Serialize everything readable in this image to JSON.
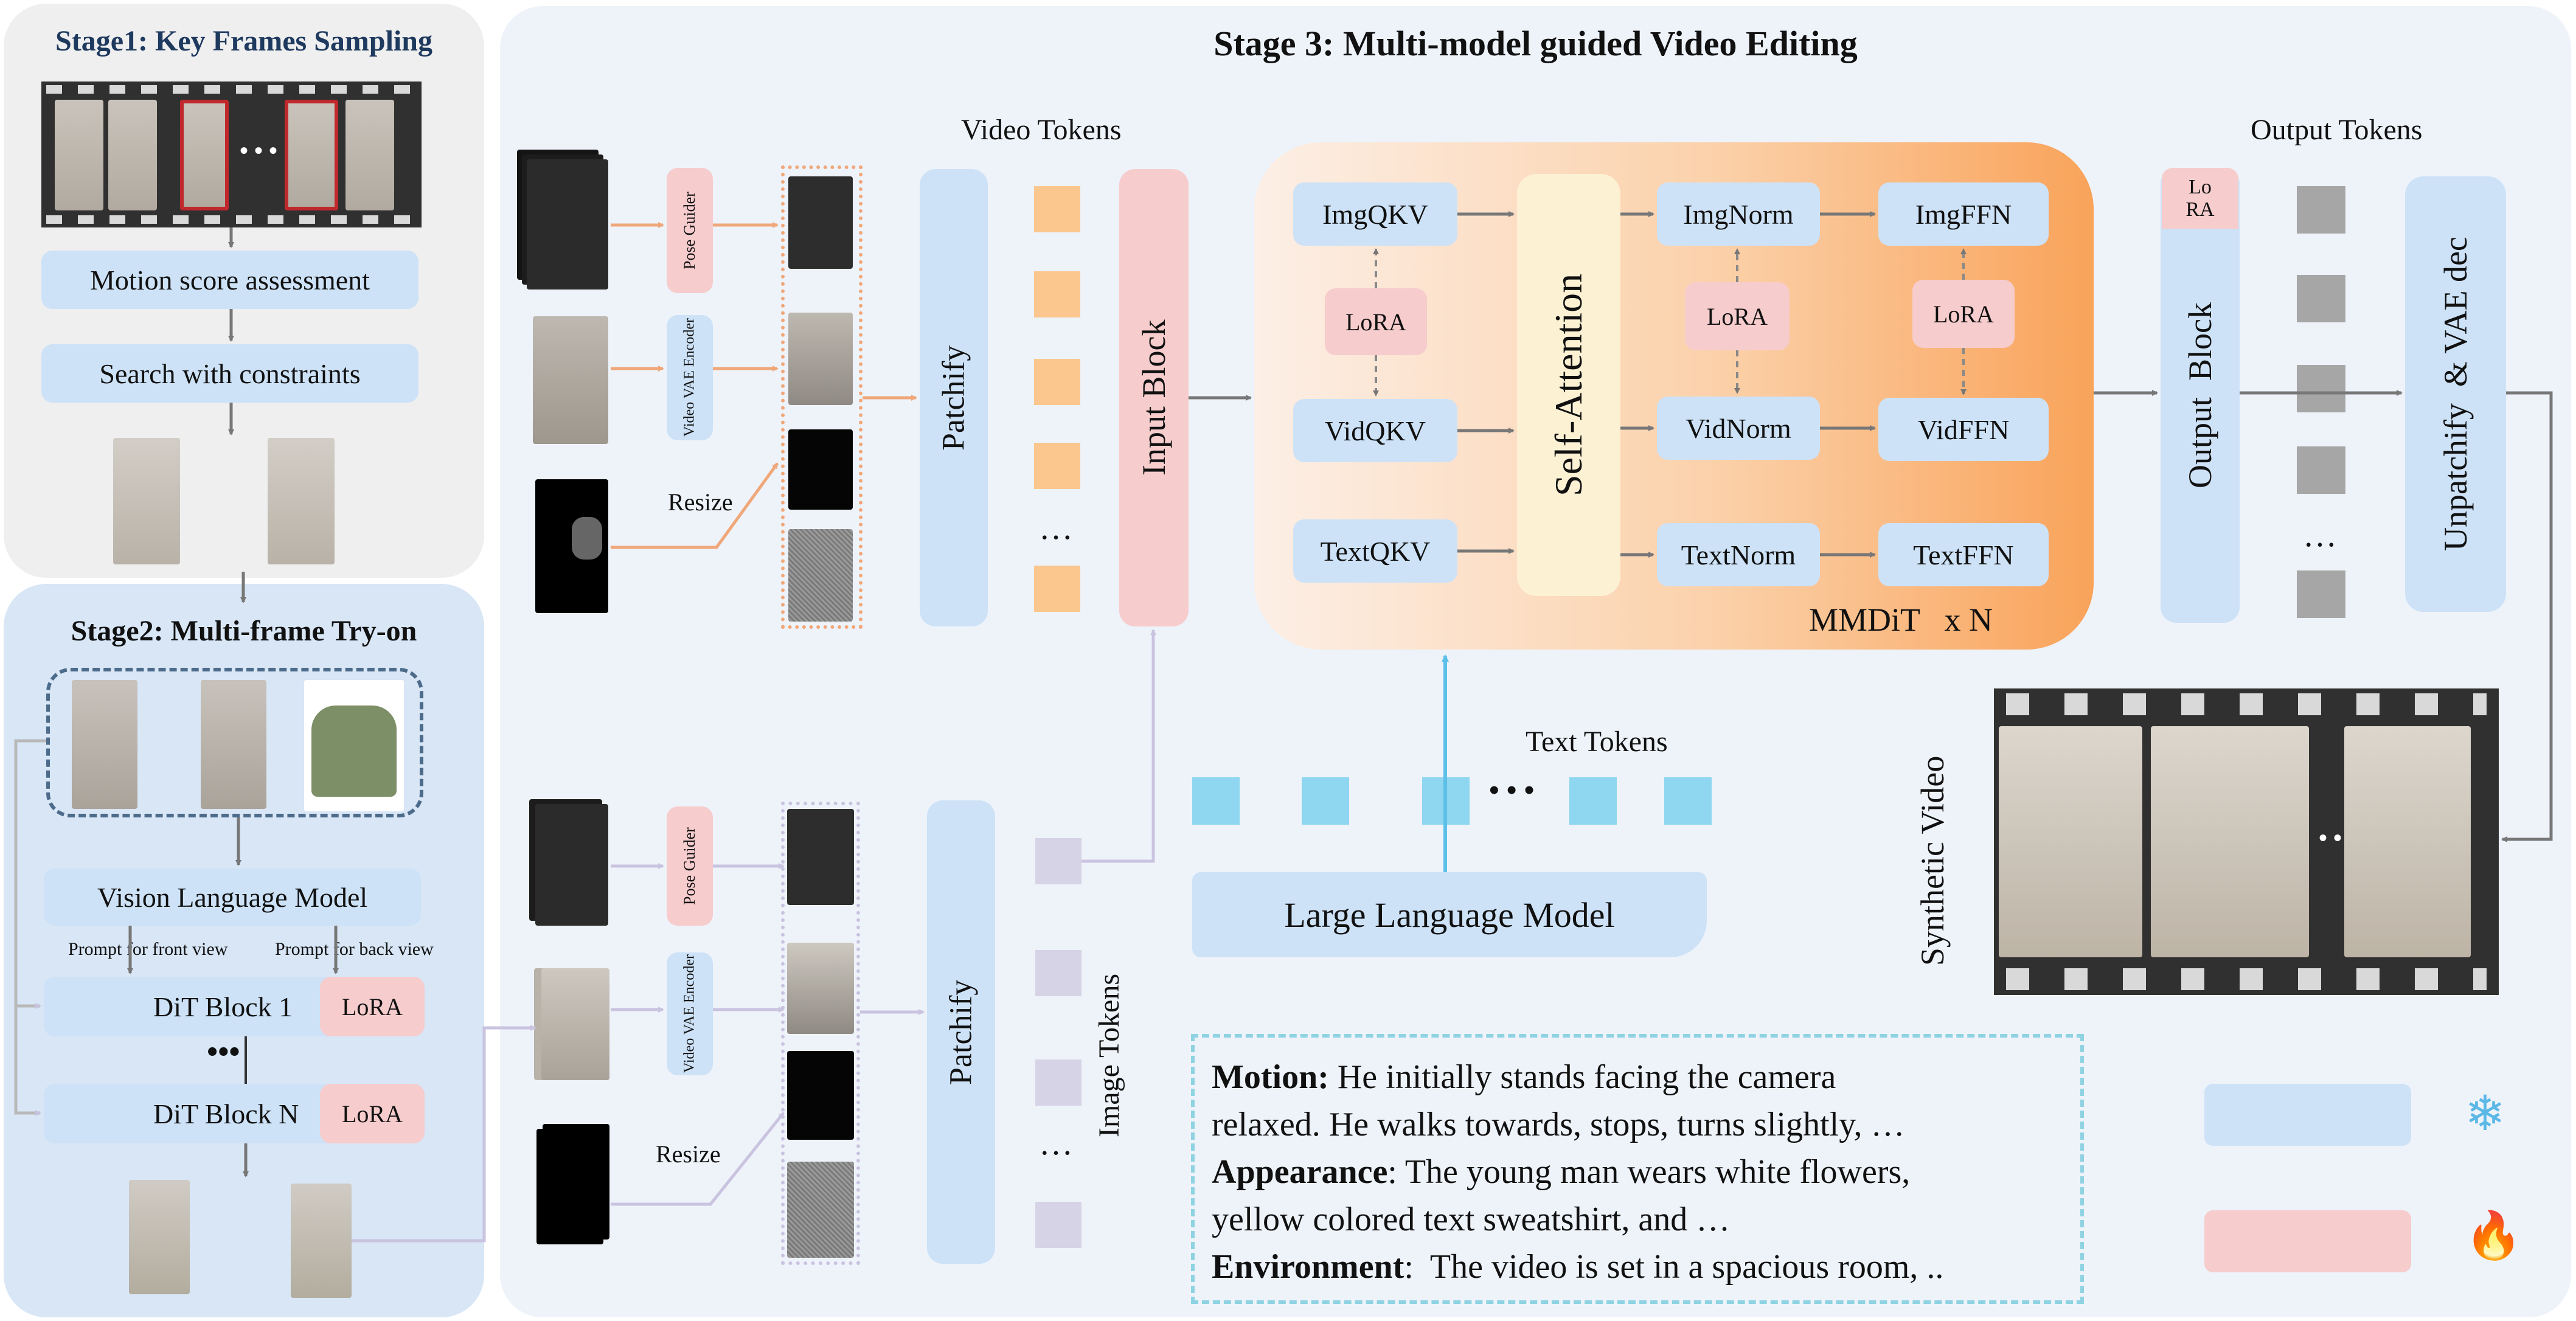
{
  "stage1": {
    "title": "Stage1: Key Frames Sampling",
    "motion_score": "Motion score assessment",
    "search": "Search with constraints",
    "ellipsis": "• • •"
  },
  "stage2": {
    "title": "Stage2: Multi-frame Try-on",
    "vlm": "Vision Language Model",
    "prompt_front": "Prompt  for front view",
    "prompt_back": "Prompt  for back view",
    "dit1": "DiT Block 1",
    "ditn": "DiT Block N",
    "lora": "LoRA",
    "dots": "•••"
  },
  "stage3": {
    "title": "Stage 3: Multi-model guided Video Editing",
    "video_tokens": "Video Tokens",
    "output_tokens": "Output Tokens",
    "text_tokens": "Text Tokens",
    "image_tokens": "Image Tokens",
    "pose_guider": "Pose Guider",
    "video_vae_encoder": "Video VAE Encoder",
    "resize": "Resize",
    "patchify": "Patchify",
    "input_block": "Input Block",
    "output_block": "Output  Block",
    "unpatchify": "Unpatchify  & VAE dec",
    "self_attention": "Self-Attention",
    "img_qkv": "ImgQKV",
    "vid_qkv": "VidQKV",
    "text_qkv": "TextQKV",
    "img_norm": "ImgNorm",
    "vid_norm": "VidNorm",
    "text_norm": "TextNorm",
    "img_ffn": "ImgFFN",
    "vid_ffn": "VidFFN",
    "text_ffn": "TextFFN",
    "lora": "LoRA",
    "lora_split": "Lo RA",
    "mmdit": "MMDiT   x N",
    "llm": "Large Language Model",
    "synthetic_video": "Synthetic Video",
    "dots": "…",
    "dots3": "• • •"
  },
  "caption": {
    "motion_label": "Motion:",
    "motion_text": " He initially stands facing the camera",
    "motion_line2": "relaxed. He walks towards, stops, turns slightly, …",
    "appearance_label": "Appearance",
    "appearance_text": ": The young man wears white flowers,",
    "appearance_line2": "yellow colored text sweatshirt, and …",
    "environment_label": "Environment",
    "environment_text": ":  The video is set in a spacious room, .."
  },
  "legend": {
    "frozen_icon": "❄",
    "trainable_icon": "🔥"
  },
  "colors": {
    "frozen_blue": "#cde2f7",
    "trainable_pink": "#f6cccd",
    "token_orange": "#fbc78f",
    "token_lavender": "#d6d3e6",
    "token_cyan": "#8fd6f0",
    "token_gray": "#a6a6a6",
    "mmdit_orange": "#f9a35a",
    "arrow_orange": "#f0a77a",
    "arrow_lavender": "#c9c3e0",
    "arrow_cyan": "#5cc0e8"
  }
}
